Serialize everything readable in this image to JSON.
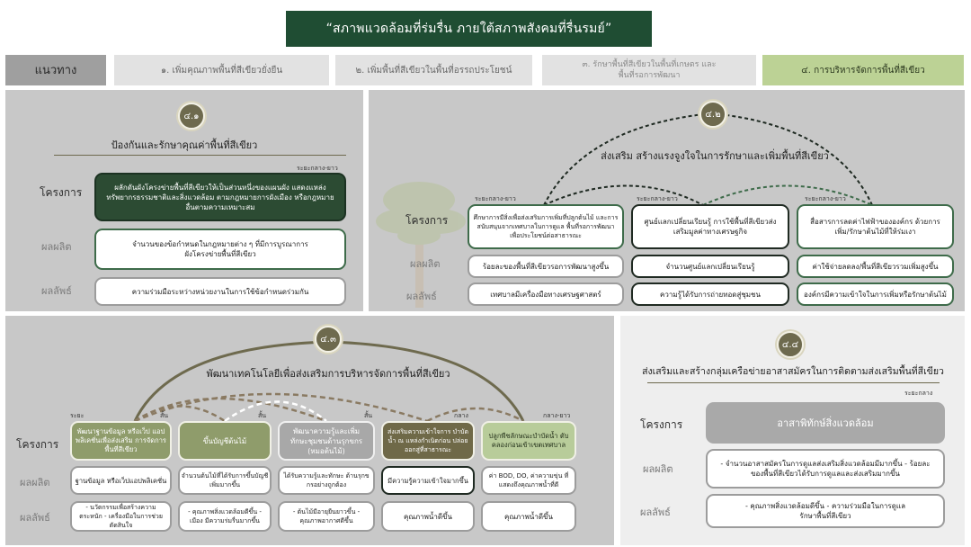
{
  "title": "“สภาพแวดล้อมที่ร่มรื่น ภายใต้สภาพสังคมที่รื่นรมย์”",
  "nav": {
    "label": "แนวทาง",
    "items": [
      "๑. เพิ่มคุณภาพพื้นที่สีเขียวยั่งยืน",
      "๒. เพิ่มพื้นที่สีเขียวในพื้นที่อรรถประโยชน์",
      "๓. รักษาพื้นที่สีเขียวในพื้นที่เกษตร และพื้นที่รอการพัฒนา",
      "๔. การบริหารจัดการพื้นที่สีเขียว"
    ]
  },
  "rows": {
    "project": "โครงการ",
    "output": "ผลผลิต",
    "outcome": "ผลลัพธ์"
  },
  "s41": {
    "badge": "๔.๑",
    "title": "ป้องกันและรักษาคุณค่าพื้นที่สีเขียว",
    "term": "ระยะกลาง-ยาว",
    "project": "ผลักดันผังโครงข่ายพื้นที่สีเขียวให้เป็นส่วนหนึ่งของแผนผัง แสดงแหล่งทรัพยากรธรรมชาติและสิ่งแวดล้อม ตามกฎหมายการผังเมือง หรือกฎหมายอื่นตามความเหมาะสม",
    "output": "จำนวนของข้อกำหนดในกฎหมายต่าง ๆ ที่มีการบูรณาการผังโครงข่ายพื้นที่สีเขียว",
    "outcome": "ความร่วมมือระหว่างหน่วยงานในการใช้ข้อกำหนดร่วมกัน"
  },
  "s42": {
    "badge": "๔.๒",
    "title": "ส่งเสริม สร้างแรงจูงใจในการรักษาและเพิ่มพื้นที่สีเขียว",
    "columns": [
      {
        "term": "ระยะกลาง-ยาว",
        "project": "ศึกษาการมีสิ่งเพื่อส่งเสริมการเพิ่มที่ปลูกต้นไม้ และการสนับสนุนจากเทศบาลในการดูแล พื้นที่รอการพัฒนาเพื่อประโยชน์ต่อสาธารณะ",
        "output": "ร้อยละของพื้นที่สีเขียวรอการพัฒนาสูงขึ้น",
        "outcome": "เทศบาลมีเครื่องมือทางเศรษฐศาสตร์"
      },
      {
        "term": "ระยะกลาง-ยาว",
        "project": "ศูนย์แลกเปลี่ยนเรียนรู้ การใช้พื้นที่สีเขียวส่งเสริมมูลค่าทางเศรษฐกิจ",
        "output": "จำนวนศูนย์แลกเปลี่ยนเรียนรู้",
        "outcome": "ความรู้ได้รับการถ่ายทอดสู่ชุมชน"
      },
      {
        "term": "ระยะกลาง-ยาว",
        "project": "สื่อสารการลดค่าไฟฟ้าขององค์กร ด้วยการเพิ่ม/รักษาต้นไม้ที่ให้ร่มเงา",
        "output": "ค่าใช้จ่ายลดลง/พื้นที่สีเขียวรวมเพิ่มสูงขึ้น",
        "outcome": "องค์กรมีความเข้าใจในการเพิ่มหรือรักษาต้นไม้"
      }
    ]
  },
  "s43": {
    "badge": "๔.๓",
    "title": "พัฒนาเทคโนโลยีเพื่อส่งเสริมการบริหารจัดการพื้นที่สีเขียว",
    "terms": [
      "ระยะ",
      "สั้น",
      "สั้น",
      "สั้น",
      "กลาง",
      "กลาง-ยาว"
    ],
    "columns": [
      {
        "project": "พัฒนาฐานข้อมูล หรือเว็ป แอปพลิเคชั่นเพื่อส่งเสริม การจัดการพื้นที่สีเขียว",
        "output": "ฐานข้อมูล หรือเว็ปแอปพลิเคชั่น",
        "outcome": "- นวัตกรรมเพื่อสร้างความตระหนัก - เครื่องมือในการช่วยตัดสินใจ"
      },
      {
        "project": "ขึ้นบัญชีต้นไม้",
        "output": "จำนวนต้นไม้ที่ได้รับการขึ้นบัญชี เพิ่มมากขึ้น",
        "outcome": "- คุณภาพสิ่งแวดล้อมดีขึ้น - เมือง มีความร่มรื่นมากขึ้น"
      },
      {
        "project": "พัฒนาความรู้และเพิ่ม ทักษะชุมชนด้านรุกขกร (หมอต้นไม้)",
        "output": "ได้รับความรู้และทักษะ ด้านรุกขกรอย่างถูกต้อง",
        "outcome": "- ต้นไม้มีอายุยืนยาวขึ้น - คุณภาพอากาศดีขึ้น"
      },
      {
        "project": "ส่งเสริมความเข้าใจการ บำบัดน้ำ ณ แหล่งกำเนิดก่อน ปล่อยออกสู่ที่สาธารณะ",
        "output": "มีความรู้ความเข้าใจมากขึ้น",
        "outcome": "คุณภาพน้ำดีขึ้น"
      },
      {
        "project": "ปลูกพืชลักษณะบำบัดน้ำ ตับคลองก่อนเข้าเขตเทศบาล",
        "output": "ค่า BOD, DO, ค่าความขุ่น ที่แสดงถึงคุณภาพน้ำที่ดี",
        "outcome": "คุณภาพน้ำดีขึ้น"
      }
    ]
  },
  "s44": {
    "badge": "๔.๔",
    "title": "ส่งเสริมและสร้างกลุ่มเครือข่ายอาสาสมัครในการติดตามส่งเสริมพื้นที่สีเขียว",
    "term": "ระยะกลาง",
    "project": "อาสาพิทักษ์สิ่งแวดล้อม",
    "output": "- จำนวนอาสาสมัครในการดูแลส่งเสริมสิ่งแวดล้อมมีมากขึ้น - ร้อยละของพื้นที่สีเขียวได้รับการดูแลและส่งเสริมมากขึ้น",
    "outcome": "- คุณภาพสิ่งแวดล้อมดีขึ้น - ความร่วมมือในการดูแลรักษาพื้นที่สีเขียว"
  },
  "colors": {
    "dark_green": "#1f4d33",
    "highlight": "#bcd295",
    "panel": "#c8c8c8",
    "olive": "#6e6a4e"
  }
}
